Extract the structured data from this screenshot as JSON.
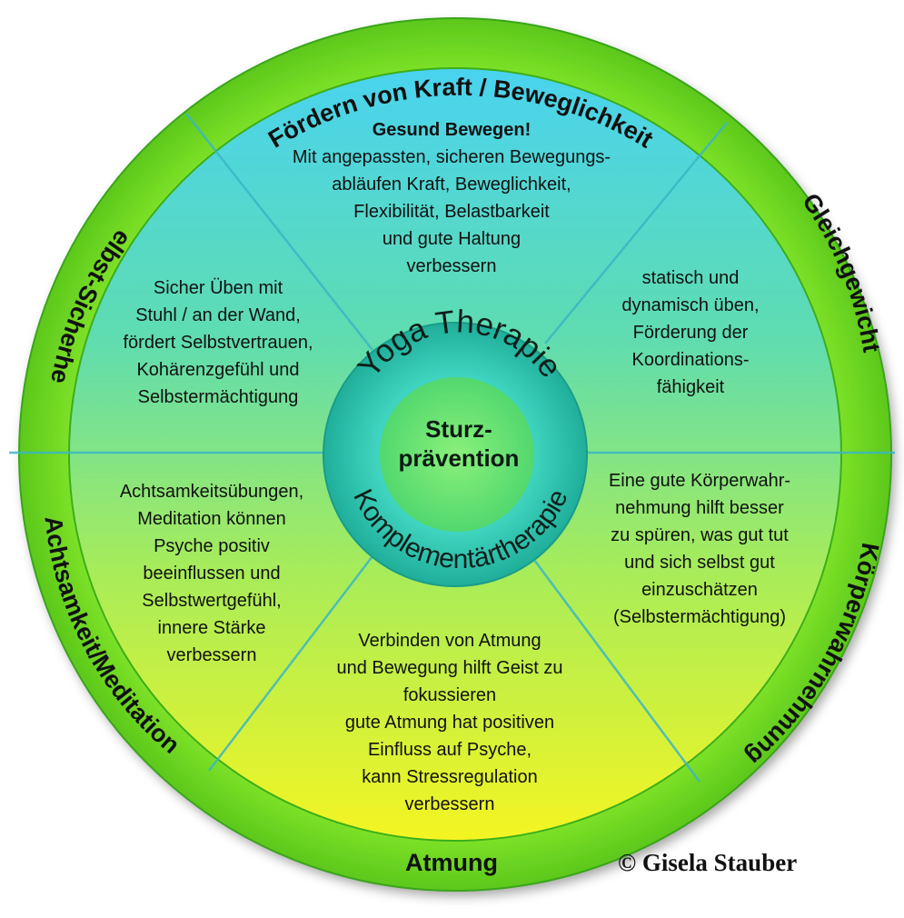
{
  "outer_labels": {
    "top": "Fördern von Kraft / Beweglichkeit",
    "upper_right": "Gleichgewicht",
    "lower_right": "Körperwahrnehmung",
    "bottom": "Atmung",
    "lower_left": "Achtsamkeit/Meditation",
    "upper_left": "Selbst-Sicherheit"
  },
  "segments": {
    "top": {
      "heading": "Gesund Bewegen!",
      "lines": [
        "Mit angepassten, sicheren Bewegungs-",
        "abläufen Kraft, Beweglichkeit,",
        "Flexibilität, Belastbarkeit",
        "und gute Haltung",
        "verbessern"
      ]
    },
    "upper_right": {
      "lines": [
        "statisch und",
        "dynamisch üben,",
        "Förderung der",
        "Koordinations-",
        "fähigkeit"
      ]
    },
    "lower_right": {
      "lines": [
        "Eine gute Körperwahr-",
        "nehmung hilft besser",
        "zu spüren, was gut tut",
        "und sich selbst gut",
        "einzuschätzen",
        "(Selbstermächtigung)"
      ]
    },
    "bottom": {
      "lines": [
        "Verbinden von Atmung",
        "und Bewegung hilft Geist zu",
        "fokussieren",
        "gute Atmung hat positiven",
        "Einfluss auf Psyche,",
        "kann Stressregulation",
        "verbessern"
      ]
    },
    "lower_left": {
      "lines": [
        "Achtsamkeitsübungen,",
        "Meditation können",
        "Psyche positiv",
        "beeinflussen und",
        "Selbstwertgefühl,",
        "innere Stärke",
        "verbessern"
      ]
    },
    "upper_left": {
      "lines": [
        "Sicher Üben mit",
        "Stuhl / an der Wand,",
        "fördert Selbstvertrauen,",
        "Kohärenzgefühl und",
        "Selbstermächtigung"
      ]
    }
  },
  "center": {
    "ring_top": "Yoga Therapie",
    "ring_bottom": "Komplementärtherapie",
    "title_line1": "Sturz-",
    "title_line2": "prävention"
  },
  "copyright": "© Gisela Stauber",
  "colors": {
    "outer_ring": "#7fe02a",
    "inner_top": "#4fd6ea",
    "inner_bottom": "#f2f422",
    "ring": "#2fc4b0",
    "center": "#6de07a",
    "divider": "#3ab6c4"
  }
}
